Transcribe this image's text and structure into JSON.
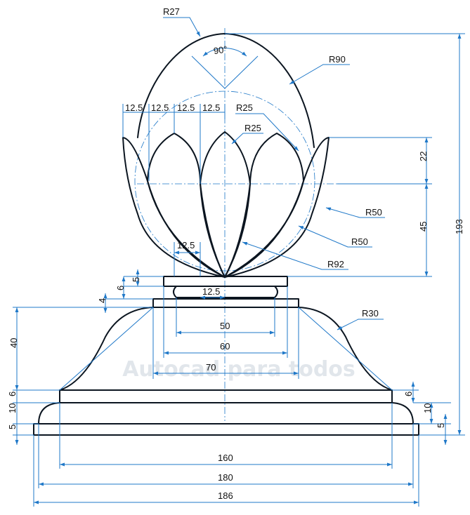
{
  "colors": {
    "outline": "#0b1520",
    "dimension": "#1f78c8",
    "text": "#111111",
    "watermark": "#c9d2dc",
    "background": "#ffffff"
  },
  "watermark": "Autocad para todos",
  "dimensions": {
    "radii": {
      "r27": "R27",
      "r90": "R90",
      "r25_upper": "R25",
      "r25_lower": "R25",
      "r50_upper": "R50",
      "r50_lower": "R50",
      "r92": "R92",
      "r30": "R30"
    },
    "angle": "90°",
    "petal_spacing": [
      "12.5",
      "12.5",
      "12.5",
      "12.5"
    ],
    "small": {
      "d12_5_a": "12.5",
      "d12_5_b": "12.5",
      "d5": "5",
      "d6": "6",
      "d4": "4"
    },
    "horizontal": {
      "d50": "50",
      "d60": "60",
      "d70": "70",
      "d160": "160",
      "d180": "180",
      "d186": "186"
    },
    "vertical_right": {
      "d22": "22",
      "d45": "45",
      "d193": "193",
      "d6": "6",
      "d10": "10",
      "d5": "5"
    },
    "vertical_left": {
      "d40": "40",
      "d6": "6",
      "d10": "10",
      "d5": "5"
    }
  }
}
